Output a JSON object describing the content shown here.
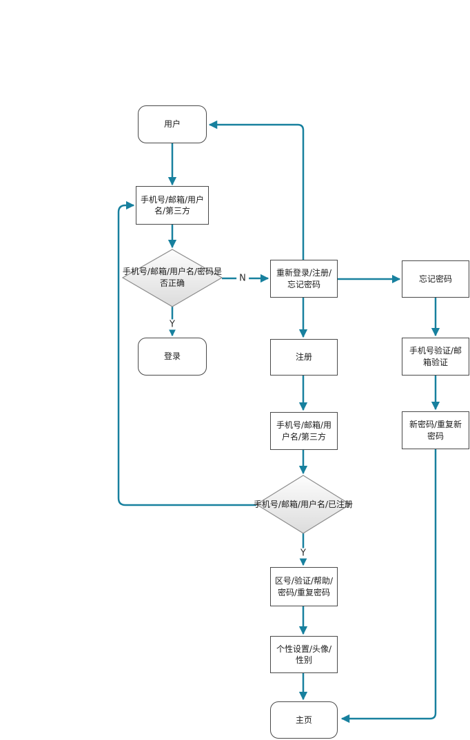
{
  "colors": {
    "line": "#17809E",
    "node_border": "#474747",
    "diamond_border": "#8C8C8C",
    "diamond_fill_top": "#FDFDFD",
    "diamond_fill_bottom": "#DCDCDC"
  },
  "nodes": [
    {
      "id": "user",
      "type": "terminator",
      "label": "用户"
    },
    {
      "id": "login-input",
      "type": "process",
      "label": "手机号/邮箱/用户名/第三方"
    },
    {
      "id": "credentials-check",
      "type": "decision",
      "label": "手机号/邮箱/用户名/密码是否正确"
    },
    {
      "id": "login",
      "type": "terminator",
      "label": "登录"
    },
    {
      "id": "relogin-options",
      "type": "process",
      "label": "重新登录/注册/忘记密码"
    },
    {
      "id": "forgot-password",
      "type": "process",
      "label": "忘记密码"
    },
    {
      "id": "register",
      "type": "process",
      "label": "注册"
    },
    {
      "id": "register-input",
      "type": "process",
      "label": "手机号/邮箱/用户名/第三方"
    },
    {
      "id": "registered-check",
      "type": "decision",
      "label": "手机号/邮箱/用户名/已注册"
    },
    {
      "id": "verify",
      "type": "process",
      "label": "手机号验证/邮箱验证"
    },
    {
      "id": "new-password",
      "type": "process",
      "label": "新密码/重复新密码"
    },
    {
      "id": "area-code-setup",
      "type": "process",
      "label": "区号/验证/帮助/密码/重复密码"
    },
    {
      "id": "personal-setup",
      "type": "process",
      "label": "个性设置/头像/性别"
    },
    {
      "id": "home",
      "type": "terminator",
      "label": "主页"
    }
  ],
  "edge_labels": {
    "n": "N",
    "y1": "Y",
    "y2": "Y"
  }
}
